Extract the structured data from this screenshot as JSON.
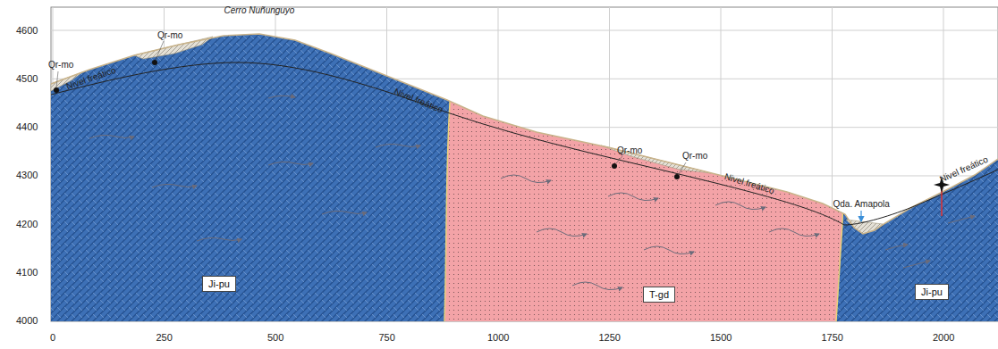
{
  "diagram": {
    "nodes": [
      {
        "text": [
          "Ji-pu"
        ]
      },
      {
        "text": [
          "T-gd"
        ]
      },
      {
        "text": [
          "Ji-pu"
        ]
      }
    ],
    "labels": [
      "Cerro Nuñunguyo",
      "Qr-mo",
      "Qr-mo",
      "Qr-mo",
      "Qr-mo",
      "Nivel freático",
      "Nivel freático",
      "Nivel freático",
      "Nivel freático",
      "Qda. Amapola",
      "4600",
      "4500",
      "4400",
      "4300",
      "4200",
      "4100",
      "4000",
      "0",
      "250",
      "500",
      "750",
      "1000",
      "1250",
      "1500",
      "1750",
      "2000"
    ]
  }
}
